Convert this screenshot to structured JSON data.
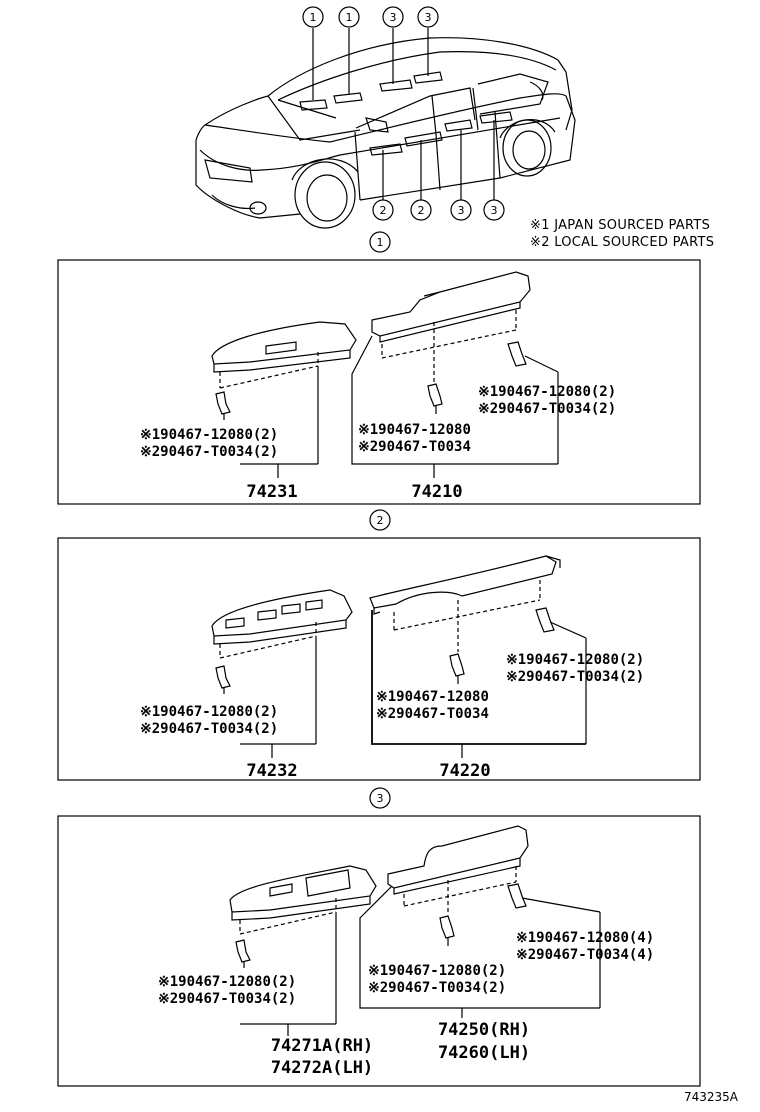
{
  "notes": {
    "note1": "※1 JAPAN SOURCED PARTS",
    "note2": "※2 LOCAL SOURCED PARTS"
  },
  "callouts": {
    "c1": "1",
    "c2": "2",
    "c3": "3"
  },
  "figure_code": "743235A",
  "panels": [
    {
      "callout": "1",
      "left_part_labels": [
        "※190467-12080(2)",
        "※290467-T0034(2)"
      ],
      "right_part_labels_a": [
        "※190467-12080",
        "※290467-T0034"
      ],
      "right_part_labels_b": [
        "※190467-12080(2)",
        "※290467-T0034(2)"
      ],
      "left_assembly": [
        "74231"
      ],
      "right_assembly": [
        "74210"
      ]
    },
    {
      "callout": "2",
      "left_part_labels": [
        "※190467-12080(2)",
        "※290467-T0034(2)"
      ],
      "right_part_labels_a": [
        "※190467-12080",
        "※290467-T0034"
      ],
      "right_part_labels_b": [
        "※190467-12080(2)",
        "※290467-T0034(2)"
      ],
      "left_assembly": [
        "74232"
      ],
      "right_assembly": [
        "74220"
      ]
    },
    {
      "callout": "3",
      "left_part_labels": [
        "※190467-12080(2)",
        "※290467-T0034(2)"
      ],
      "right_part_labels_a": [
        "※190467-12080(2)",
        "※290467-T0034(2)"
      ],
      "right_part_labels_b": [
        "※190467-12080(4)",
        "※290467-T0034(4)"
      ],
      "left_assembly": [
        "74271A(RH)",
        "74272A(LH)"
      ],
      "right_assembly": [
        "74250(RH)",
        "74260(LH)"
      ]
    }
  ]
}
